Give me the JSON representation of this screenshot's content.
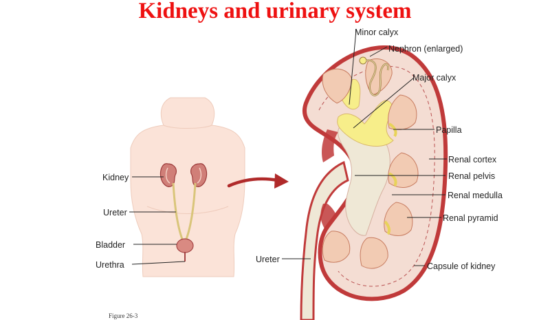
{
  "title": "Kidneys and urinary system",
  "caption": "Figure 26-3",
  "body_labels": {
    "kidney": "Kidney",
    "ureter": "Ureter",
    "bladder": "Bladder",
    "urethra": "Urethra"
  },
  "kidney_labels": {
    "minor_calyx": "Minor calyx",
    "nephron": "Nephron (enlarged)",
    "major_calyx": "Major calyx",
    "papilla": "Papilla",
    "renal_cortex": "Renal cortex",
    "renal_pelvis": "Renal pelvis",
    "renal_medulla": "Renal medulla",
    "renal_pyramid": "Renal pyramid",
    "ureter": "Ureter",
    "capsule": "Capsule of kidney"
  },
  "colors": {
    "title": "#ee1111",
    "skin": "#fbe3d8",
    "capsule": "#c03a3a",
    "cortex": "#f4ddd3",
    "pelvis": "#efe8d6",
    "calyx": "#f7ee8a",
    "pyramid": "#f2cbb3",
    "arrow": "#b02a2a"
  }
}
